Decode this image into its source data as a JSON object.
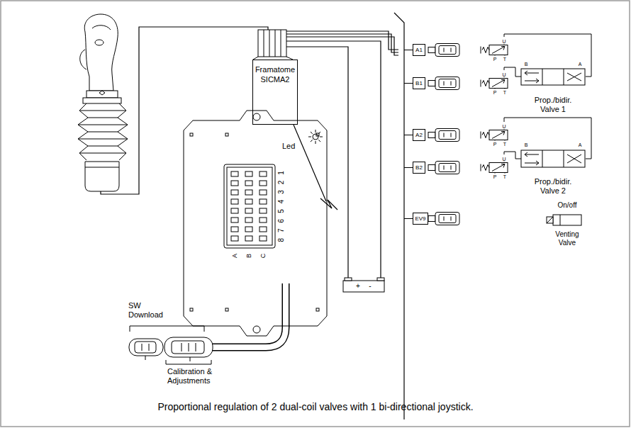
{
  "diagram": {
    "caption": "Proportional regulation of 2 dual-coil valves with 1 bi-directional joystick.",
    "nodes": [
      {
        "text": [
          "Framatome SICMA2"
        ]
      },
      {
        "text": [
          "Led"
        ]
      },
      {
        "text": [
          "A1"
        ]
      },
      {
        "text": [
          "B1"
        ]
      },
      {
        "text": [
          "A2"
        ]
      },
      {
        "text": [
          "B2"
        ]
      },
      {
        "text": [
          "EV9"
        ]
      }
    ],
    "labels": [
      "8 7 6 5 4 3 2 1",
      "A",
      "B",
      "C",
      "SW Download",
      "Calibration & Adjustments",
      "Prop./bidir. Valve 1",
      "Prop./bidir. Valve 2",
      "On/off",
      "Venting Valve",
      "U",
      "P",
      "T",
      "U",
      "P",
      "T",
      "U",
      "P",
      "T",
      "U",
      "P",
      "T",
      "B",
      "A",
      "B",
      "A",
      "+",
      "-"
    ]
  }
}
